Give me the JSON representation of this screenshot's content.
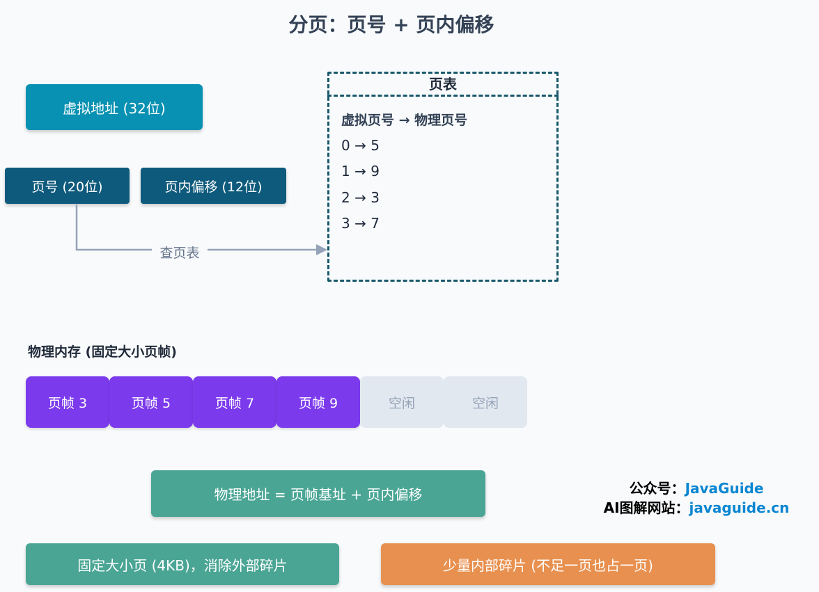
{
  "title": "分页：页号 + 页内偏移",
  "virtual_address": "虚拟地址 (32位)",
  "page_number": "页号 (20位)",
  "page_offset": "页内偏移 (12位)",
  "lookup_label": "查页表",
  "page_table": {
    "title": "页表",
    "header": "虚拟页号 → 物理页号",
    "rows": [
      "0 → 5",
      "1 → 9",
      "2 → 3",
      "3 → 7"
    ]
  },
  "memory": {
    "label": "物理内存 (固定大小页帧)",
    "frames": [
      "页帧 3",
      "页帧 5",
      "页帧 7",
      "页帧 9",
      "空闲",
      "空闲"
    ]
  },
  "formula": "物理地址 = 页帧基址 + 页内偏移",
  "notes": {
    "fixed": "固定大小页 (4KB)，消除外部碎片",
    "fragment": "少量内部碎片 (不足一页也占一页)"
  },
  "brand": {
    "line1_prefix": "公众号：",
    "line1_value": "JavaGuide",
    "line2_prefix": "AI图解网站：",
    "line2_value": "javaguide.cn"
  },
  "colors": {
    "virtual_address": "#0891b2",
    "page_parts": "#0e5a7c",
    "used_frame": "#7c3aed",
    "free_frame": "#e2e8f0",
    "green": "#4aa594",
    "orange": "#e8904f"
  }
}
